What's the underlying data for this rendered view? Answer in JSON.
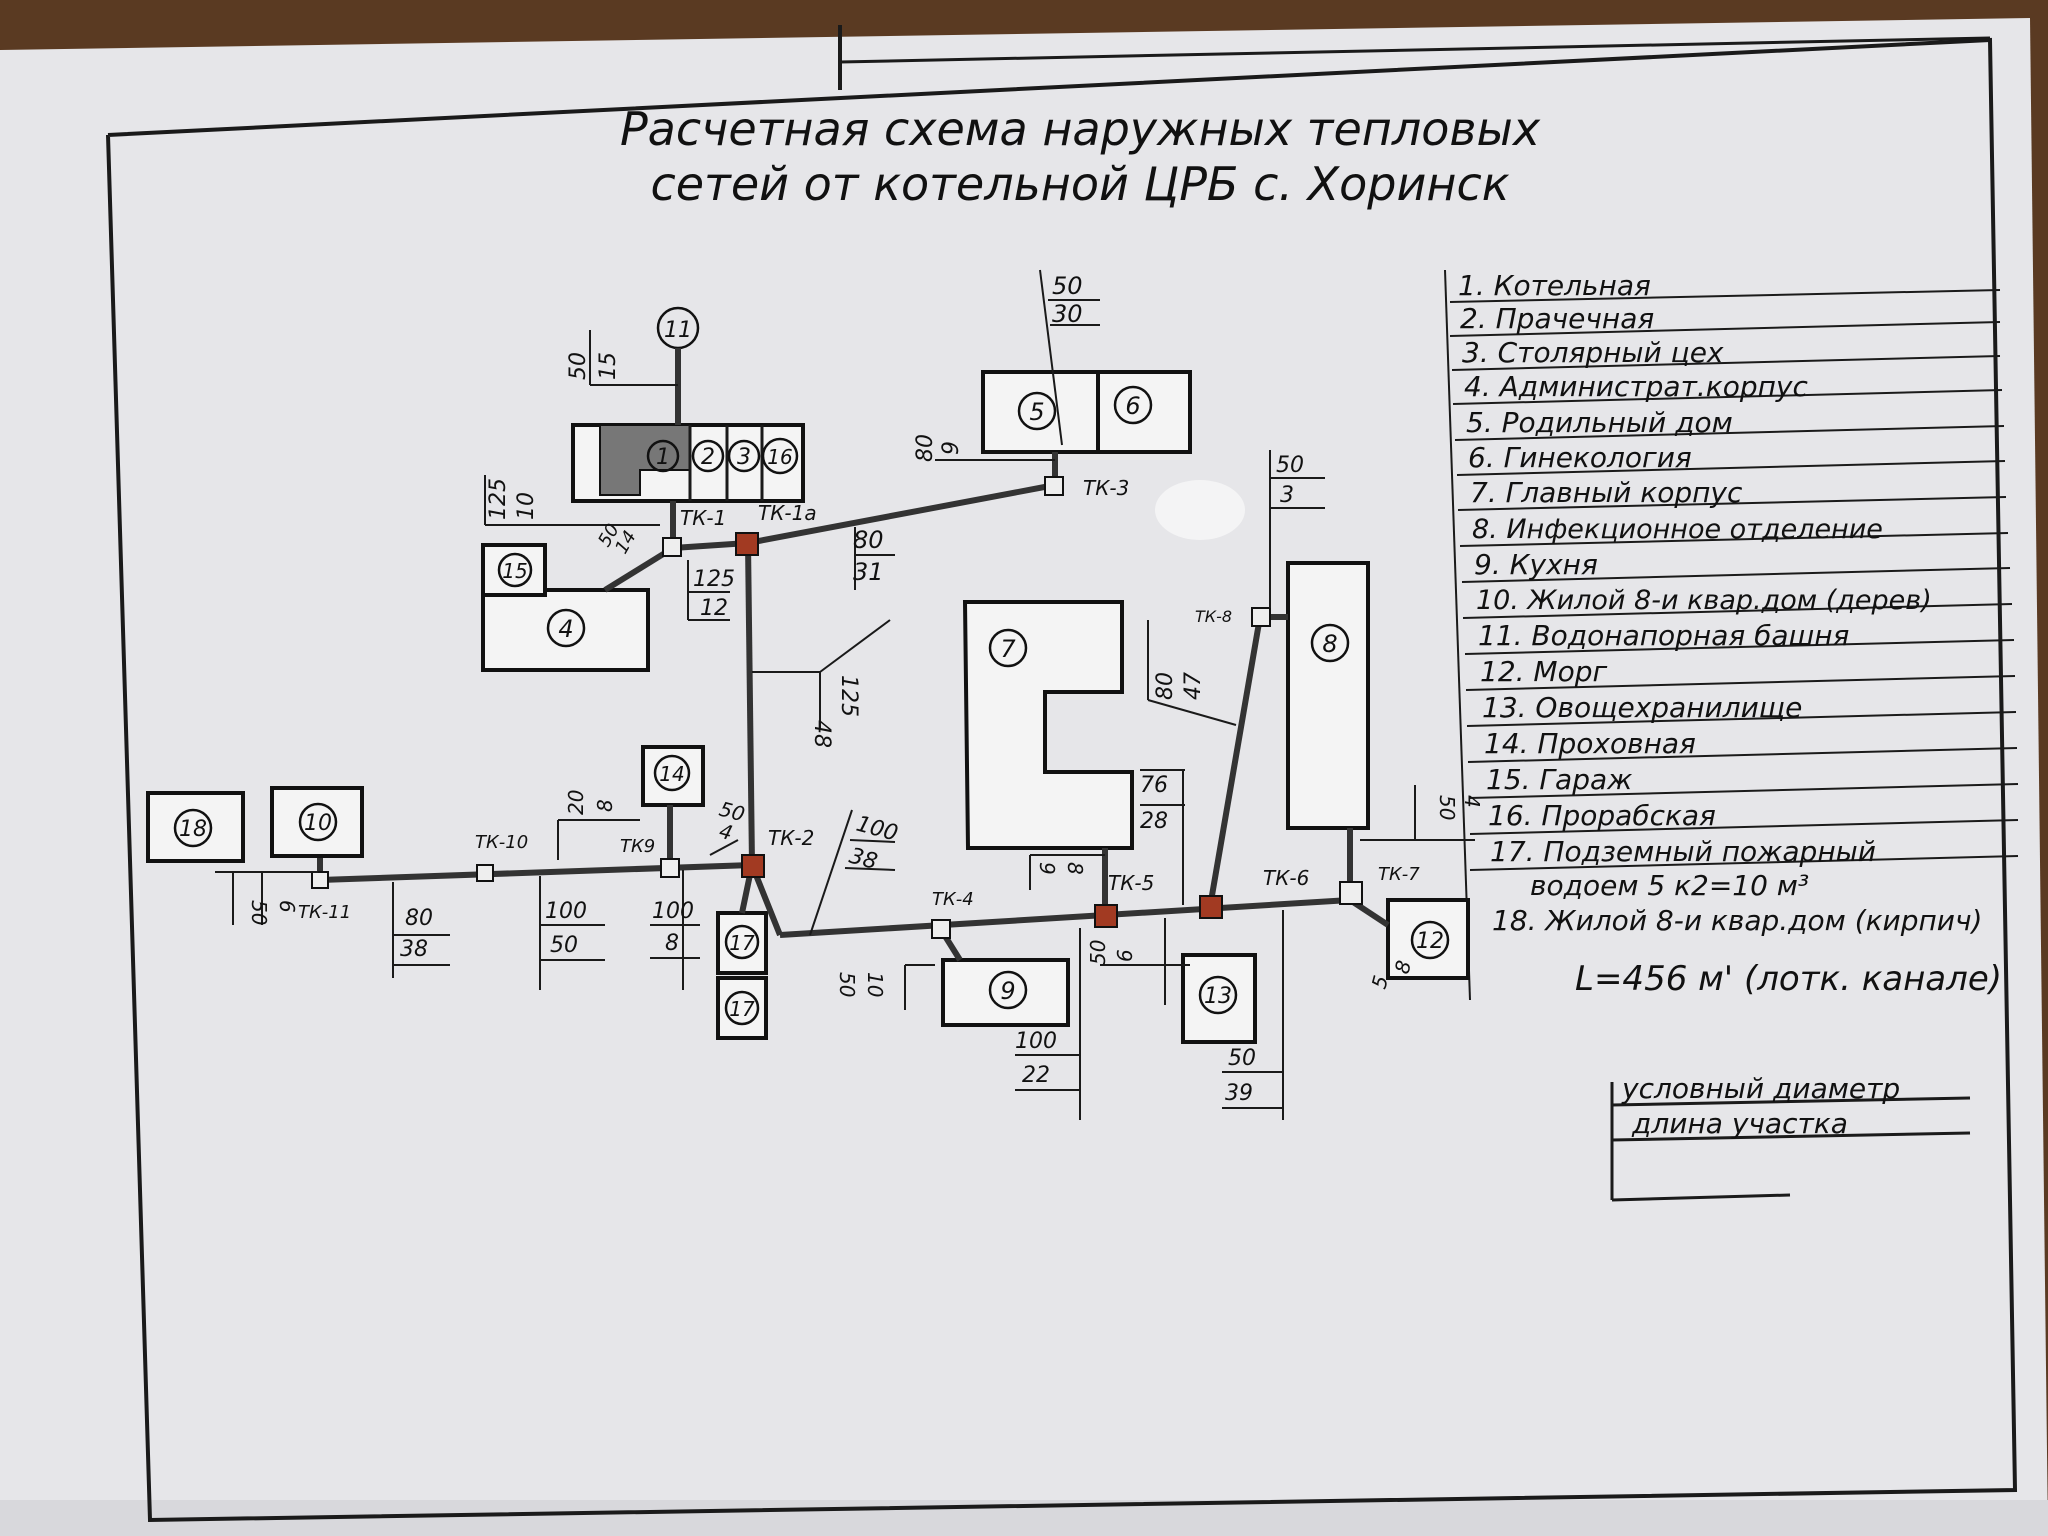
{
  "title": {
    "line1": "Расчетная схема наружных тепловых",
    "line2": "сетей от котельной ЦРБ с. Хоринск"
  },
  "legend": [
    "1. Котельная",
    "2. Прачечная",
    "3. Столярный цех",
    "4. Администрат.корпус",
    "5. Родильный дом",
    "6. Гинекология",
    "7. Главный корпус",
    "8. Инфекционное отделение",
    "9. Кухня",
    "10. Жилой 8-и квар.дом (дерев)",
    "11. Водонапорная башня",
    "12. Морг",
    "13. Овощехранилище",
    "14. Проховная",
    "15. Гараж",
    "16. Прорабская",
    "17. Подземный пожарный",
    "водоем 5 к2=10 м³",
    "18. Жилой 8-и квар.дом (кирпич)"
  ],
  "total_length": "L=456 м' (лотк. канале)",
  "key": {
    "top": "условный диаметр",
    "bottom": "длина участка"
  },
  "chambers": {
    "tk1": "ТК-1",
    "tk1a": "ТК-1а",
    "tk2": "ТК-2",
    "tk3": "ТК-3",
    "tk4": "ТК-4",
    "tk5": "ТК-5",
    "tk6": "ТК-6",
    "tk7": "ТК-7",
    "tk8": "ТК-8",
    "tk9": "ТК9",
    "tk10": "ТК-10",
    "tk11": "ТК-11"
  },
  "buildings": {
    "b1": "1",
    "b2": "2",
    "b3": "3",
    "b16": "16",
    "b4": "4",
    "b15": "15",
    "b5": "5",
    "b6": "6",
    "b7": "7",
    "b8": "8",
    "b9": "9",
    "b10": "10",
    "b11": "11",
    "b12": "12",
    "b13": "13",
    "b14": "14",
    "b17a": "17",
    "b17b": "17",
    "b18": "18"
  },
  "segments": {
    "s11_d": "50",
    "s11_l": "15",
    "s4_d": "125",
    "s4_l": "10",
    "s15_d": "50",
    "s15_l": "14",
    "s1a_d": "125",
    "s1a_l": "12",
    "s3_d": "80",
    "s3_l": "31",
    "s56_d": "50",
    "s56_l": "30",
    "s5_d": "80",
    "s5_l": "9",
    "s2_d": "48",
    "s2_l": "125",
    "s8a_d": "50",
    "s8a_l": "3",
    "s8_d": "80",
    "s8_l": "47",
    "s7_d": "76",
    "s7_l": "28",
    "s20_d": "20",
    "s20_l": "8",
    "s17_d": "50",
    "s17_l": "4",
    "s24_d": "100",
    "s24_l": "38",
    "s10_d": "50",
    "s10_l": "6",
    "s1011_d": "80",
    "s1011_l": "38",
    "s910_d": "100",
    "s910_l": "50",
    "s92_d": "100",
    "s92_l": "8",
    "s9k_d": "50",
    "s9k_l": "10",
    "s45_d": "100",
    "s45_l": "22",
    "s7b_d": "9",
    "s7b_l": "8",
    "s13_d": "50",
    "s13_l": "6",
    "s56b_d": "50",
    "s56b_l": "39",
    "s12_d": "5",
    "s12_l": "8",
    "s7t_d": "50",
    "s7t_l": "4"
  }
}
